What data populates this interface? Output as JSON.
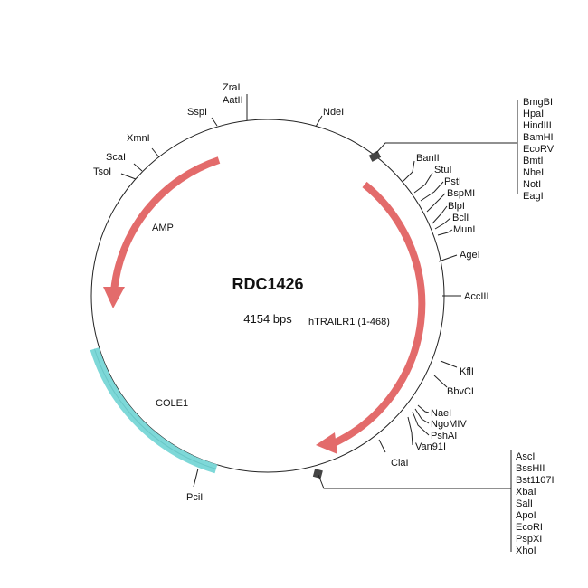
{
  "plasmid": {
    "name": "RDC1426",
    "size_label": "4154 bps"
  },
  "features": [
    {
      "name": "AMP",
      "color": "#e36b6b",
      "kind": "arrow"
    },
    {
      "name": "hTRAILR1 (1-468)",
      "color": "#e36b6b",
      "kind": "arrow"
    },
    {
      "name": "COLE1",
      "color": "#7ed8d8",
      "kind": "band"
    }
  ],
  "sites": [
    {
      "name": "ZraI"
    },
    {
      "name": "AatII"
    },
    {
      "name": "SspI"
    },
    {
      "name": "NdeI"
    },
    {
      "name": "XmnI"
    },
    {
      "name": "ScaI"
    },
    {
      "name": "TsoI"
    },
    {
      "name": "BanII"
    },
    {
      "name": "StuI"
    },
    {
      "name": "PstI"
    },
    {
      "name": "BspMI"
    },
    {
      "name": "BlpI"
    },
    {
      "name": "BclI"
    },
    {
      "name": "MunI"
    },
    {
      "name": "AgeI"
    },
    {
      "name": "AccIII"
    },
    {
      "name": "KflI"
    },
    {
      "name": "BbvCI"
    },
    {
      "name": "NaeI"
    },
    {
      "name": "NgoMIV"
    },
    {
      "name": "PshAI"
    },
    {
      "name": "Van91I"
    },
    {
      "name": "ClaI"
    },
    {
      "name": "PciI"
    }
  ],
  "mcs1": [
    "BmgBI",
    "HpaI",
    "HindIII",
    "BamHI",
    "EcoRV",
    "BmtI",
    "NheI",
    "NotI",
    "EagI"
  ],
  "mcs2": [
    "AscI",
    "BssHII",
    "Bst1107I",
    "XbaI",
    "SalI",
    "ApoI",
    "EcoRI",
    "PspXI",
    "XhoI"
  ]
}
